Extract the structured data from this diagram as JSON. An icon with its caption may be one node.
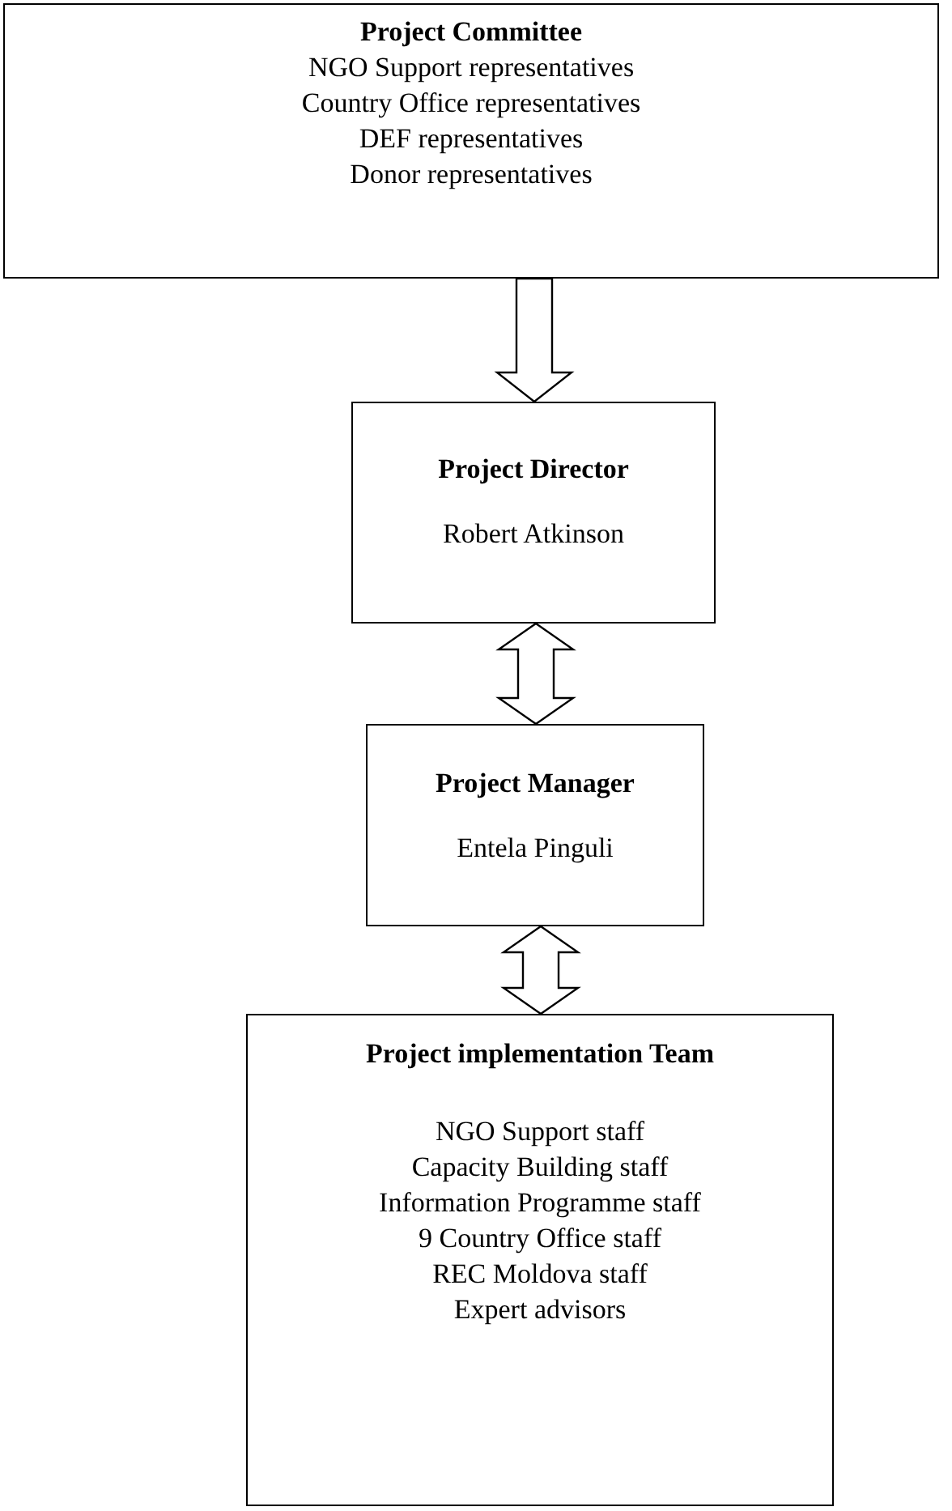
{
  "diagram": {
    "nodes": [
      {
        "text": [
          "Project Committee",
          "NGO Support representatives",
          "Country Office representatives",
          "DEF representatives",
          "Donor representatives"
        ]
      },
      {
        "text": [
          "Project Director",
          "Robert Atkinson"
        ]
      },
      {
        "text": [
          "Project Manager",
          "Entela Pinguli"
        ]
      },
      {
        "text": [
          "Project implementation Team",
          "NGO Support staff",
          "Capacity Building staff",
          "Information Programme staff",
          "9 Country Office staff",
          "REC Moldova staff",
          "Expert advisors"
        ]
      }
    ],
    "edges": [
      {
        "from": 0,
        "to": 1,
        "arrow": "to"
      },
      {
        "from": 1,
        "to": 2,
        "arrow": "both"
      },
      {
        "from": 2,
        "to": 3,
        "arrow": "both"
      }
    ]
  }
}
